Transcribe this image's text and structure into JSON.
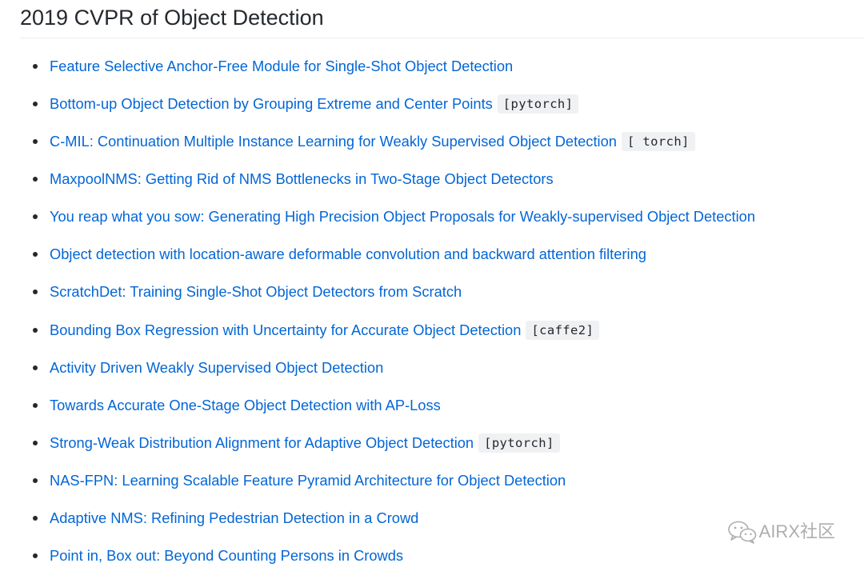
{
  "heading": "2019 CVPR of Object Detection",
  "papers": [
    {
      "title": "Feature Selective Anchor-Free Module for Single-Shot Object Detection",
      "code": ""
    },
    {
      "title": "Bottom-up Object Detection by Grouping Extreme and Center Points",
      "code": "[pytorch]"
    },
    {
      "title": "C-MIL: Continuation Multiple Instance Learning for Weakly Supervised Object Detection",
      "code": "[ torch]"
    },
    {
      "title": "MaxpoolNMS: Getting Rid of NMS Bottlenecks in Two-Stage Object Detectors",
      "code": ""
    },
    {
      "title": "You reap what you sow: Generating High Precision Object Proposals for Weakly-supervised Object Detection",
      "code": ""
    },
    {
      "title": "Object detection with location-aware deformable convolution and backward attention filtering",
      "code": ""
    },
    {
      "title": "ScratchDet: Training Single-Shot Object Detectors from Scratch",
      "code": ""
    },
    {
      "title": "Bounding Box Regression with Uncertainty for Accurate Object Detection",
      "code": "[caffe2]"
    },
    {
      "title": "Activity Driven Weakly Supervised Object Detection",
      "code": ""
    },
    {
      "title": "Towards Accurate One-Stage Object Detection with AP-Loss",
      "code": ""
    },
    {
      "title": "Strong-Weak Distribution Alignment for Adaptive Object Detection",
      "code": "[pytorch]"
    },
    {
      "title": "NAS-FPN: Learning Scalable Feature Pyramid Architecture for Object Detection",
      "code": ""
    },
    {
      "title": "Adaptive NMS: Refining Pedestrian Detection in a Crowd",
      "code": ""
    },
    {
      "title": "Point in, Box out: Beyond Counting Persons in Crowds",
      "code": ""
    }
  ],
  "watermark": {
    "icon": "wechat-icon",
    "text": "AIRX社区"
  },
  "colors": {
    "link": "#0366d6",
    "text": "#24292e",
    "code_bg": "#f0f1f3",
    "rule": "#eaecef"
  }
}
